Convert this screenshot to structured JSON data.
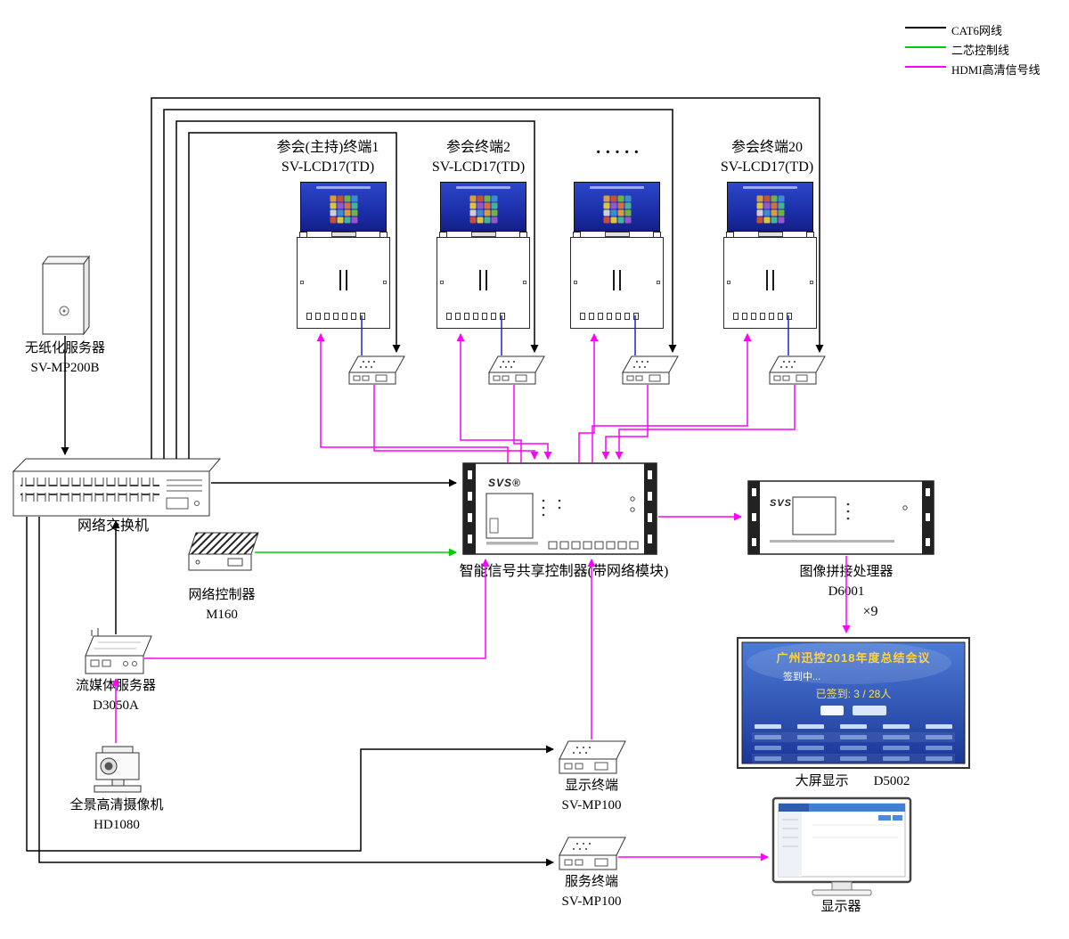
{
  "legend": {
    "items": [
      {
        "label": "CAT6网线",
        "color": "#000000"
      },
      {
        "label": "二芯控制线",
        "color": "#00cc00"
      },
      {
        "label": "HDMI高清信号线",
        "color": "#ff00ff"
      }
    ]
  },
  "terminals": [
    {
      "name": "参会(主持)终端1",
      "model": "SV-LCD17(TD)"
    },
    {
      "name": "参会终端2",
      "model": "SV-LCD17(TD)"
    },
    {
      "name": "·····",
      "model": ""
    },
    {
      "name": "参会终端20",
      "model": "SV-LCD17(TD)"
    }
  ],
  "devices": {
    "paperless_server": {
      "name": "无纸化服务器",
      "model": "SV-MP200B"
    },
    "network_switch": {
      "name": "网络交换机"
    },
    "network_controller": {
      "name": "网络控制器",
      "model": "M160"
    },
    "signal_controller": {
      "name": "智能信号共享控制器(带网络模块)",
      "brand": "SVS®"
    },
    "splicing_processor": {
      "name": "图像拼接处理器",
      "model": "D6001",
      "brand": "SVS",
      "multiplier": "×9"
    },
    "streaming_server": {
      "name": "流媒体服务器",
      "model": "D3050A"
    },
    "camera": {
      "name": "全景高清摄像机",
      "model": "HD1080"
    },
    "big_screen": {
      "name": "大屏显示",
      "model": "D5002"
    },
    "display_terminal": {
      "name": "显示终端",
      "model": "SV-MP100"
    },
    "service_terminal": {
      "name": "服务终端",
      "model": "SV-MP100"
    },
    "monitor": {
      "name": "显示器"
    }
  },
  "big_screen_content": {
    "title": "广州迅控2018年度总结会议",
    "status": "签到中...",
    "signin": "已签到: 3 / 28人"
  }
}
